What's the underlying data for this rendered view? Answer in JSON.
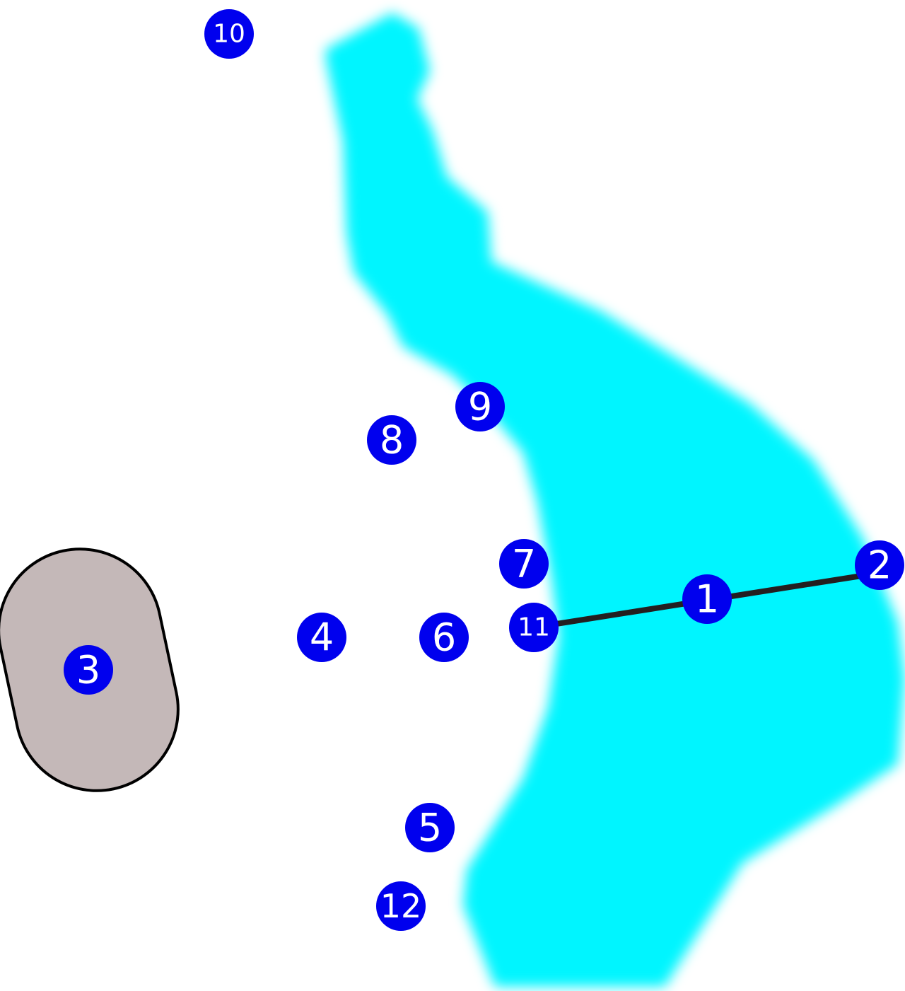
{
  "map": {
    "water_color": "#00f5ff",
    "island_fill": "#c4b8b8",
    "island_stroke": "#000000",
    "marker_fill": "#0000ee",
    "marker_text_color": "#ffffff",
    "route_color": "#231f20",
    "markers": [
      {
        "id": "1",
        "label": "1"
      },
      {
        "id": "2",
        "label": "2"
      },
      {
        "id": "3",
        "label": "3"
      },
      {
        "id": "4",
        "label": "4"
      },
      {
        "id": "5",
        "label": "5"
      },
      {
        "id": "6",
        "label": "6"
      },
      {
        "id": "7",
        "label": "7"
      },
      {
        "id": "8",
        "label": "8"
      },
      {
        "id": "9",
        "label": "9"
      },
      {
        "id": "10",
        "label": "10"
      },
      {
        "id": "11",
        "label": "11"
      },
      {
        "id": "12",
        "label": "12"
      }
    ]
  }
}
